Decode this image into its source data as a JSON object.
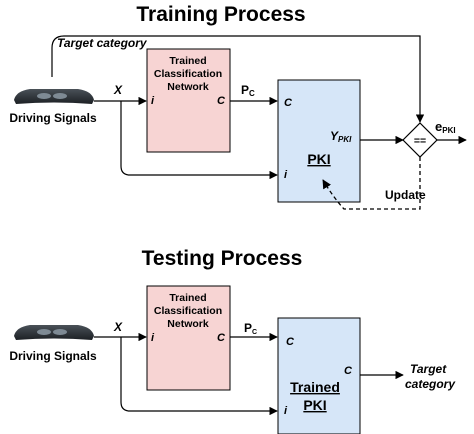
{
  "training": {
    "title": "Training Process",
    "target_label": "Target category",
    "input_label": "Driving Signals",
    "x_label": "X",
    "network": {
      "line1": "Trained",
      "line2": "Classification",
      "line3": "Network",
      "port_in": "i",
      "port_out": "C"
    },
    "pc_label": "P",
    "pc_sub": "C",
    "pki": {
      "port_c": "C",
      "port_i": "i",
      "y_label": "Y",
      "y_sub": "PKI",
      "name": "PKI"
    },
    "comparator": "==",
    "e_label": "e",
    "e_sub": "PKI",
    "update_label": "Update"
  },
  "testing": {
    "title": "Testing Process",
    "input_label": "Driving Signals",
    "x_label": "X",
    "network": {
      "line1": "Trained",
      "line2": "Classification",
      "line3": "Network",
      "port_in": "i",
      "port_out": "C"
    },
    "pc_label": "P",
    "pc_sub": "C",
    "pki": {
      "port_c1": "C",
      "port_c2": "C",
      "port_i": "i",
      "line1": "Trained",
      "line2": "PKI"
    },
    "output_line1": "Target",
    "output_line2": "category"
  },
  "colors": {
    "network_fill": "#f7d4d3",
    "pki_fill": "#d6e6f8",
    "box_stroke": "#000000"
  }
}
